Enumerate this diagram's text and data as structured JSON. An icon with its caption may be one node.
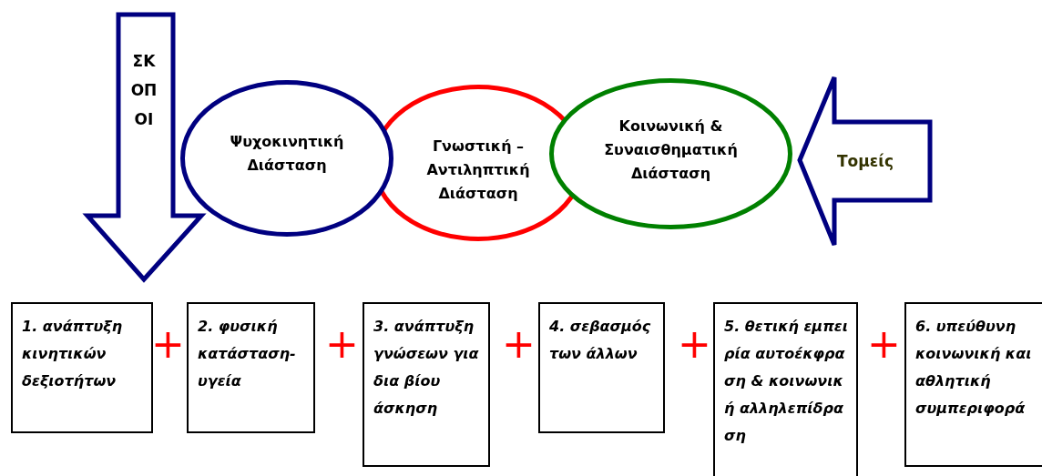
{
  "diagram": {
    "nodes": [
      {
        "text": [
          "ΣΚΟΠΟΙ"
        ]
      },
      {
        "text": [
          "Ψυχοκινητική Διάσταση"
        ]
      },
      {
        "text": [
          "Γνωστική – Αντιληπτική Διάσταση"
        ]
      },
      {
        "text": [
          "Κοινωνική & Συναισθηματική Διάσταση"
        ]
      },
      {
        "text": [
          "Τομείς"
        ]
      },
      {
        "text": [
          "1. ανάπτυξη κινητικών δεξιοτήτων"
        ]
      },
      {
        "text": [
          "2. φυσική κατάσταση- υγεία"
        ]
      },
      {
        "text": [
          "3. ανάπτυξη γνώσεων για δια βίου άσκηση"
        ]
      },
      {
        "text": [
          "4. σεβασμός των άλλων"
        ]
      },
      {
        "text": [
          "5. θετική εμπειρία αυτοέκφραση & κοινωνική αλληλεπίδραση"
        ]
      },
      {
        "text": [
          "6. υπεύθυνη κοινωνική και αθλητική συμπεριφορά"
        ]
      }
    ],
    "labels": [
      "+",
      "+",
      "+",
      "+",
      "+"
    ]
  }
}
